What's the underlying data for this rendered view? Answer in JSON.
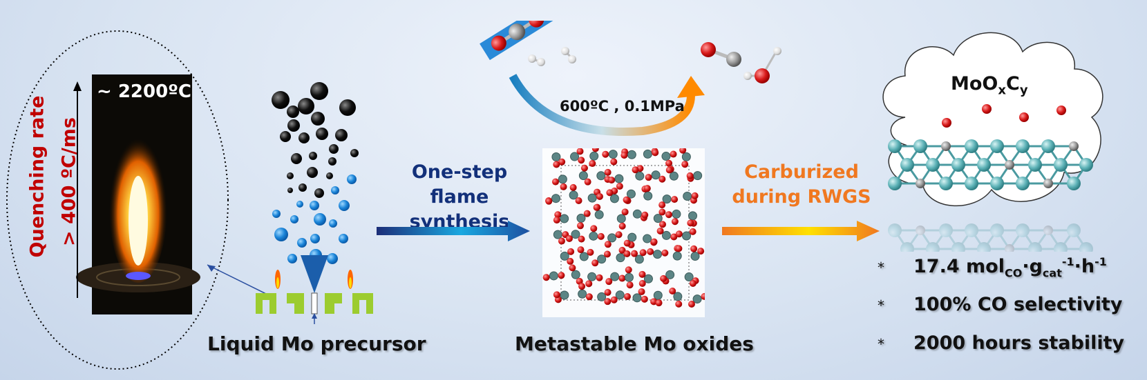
{
  "flame": {
    "temperature": "~ 2200ºC",
    "quench_line1": "Quenching rate",
    "quench_line2": "> 400 ºC/ms"
  },
  "labels": {
    "precursor": "Liquid Mo precursor",
    "synthesis_line1": "One-step",
    "synthesis_line2": "flame synthesis",
    "oxides": "Metastable Mo oxides",
    "carburized_line1": "Carburized",
    "carburized_line2": "during RWGS",
    "conditions": "600ºC , 0.1MPa"
  },
  "product": {
    "formula_base": "MoO",
    "formula_x": "x",
    "formula_c": "C",
    "formula_y": "y"
  },
  "performance": [
    {
      "star": "*",
      "main": "17.4 mol",
      "sub1": "CO",
      "mid": "·g",
      "sub2": "cat",
      "sup2": "-1",
      "mid2": "·h",
      "sup3": "-1"
    },
    {
      "star": "*",
      "text": "100% CO selectivity"
    },
    {
      "star": "*",
      "text": "2000 hours stability"
    }
  ],
  "colors": {
    "quench_red": "#c00000",
    "synthesis_blue": "#12307a",
    "carburize_orange": "#f07820",
    "mo_teal": "#5fb3b8",
    "oxygen_red": "#d81b1b",
    "carbon_gray": "#8c8c8c"
  }
}
